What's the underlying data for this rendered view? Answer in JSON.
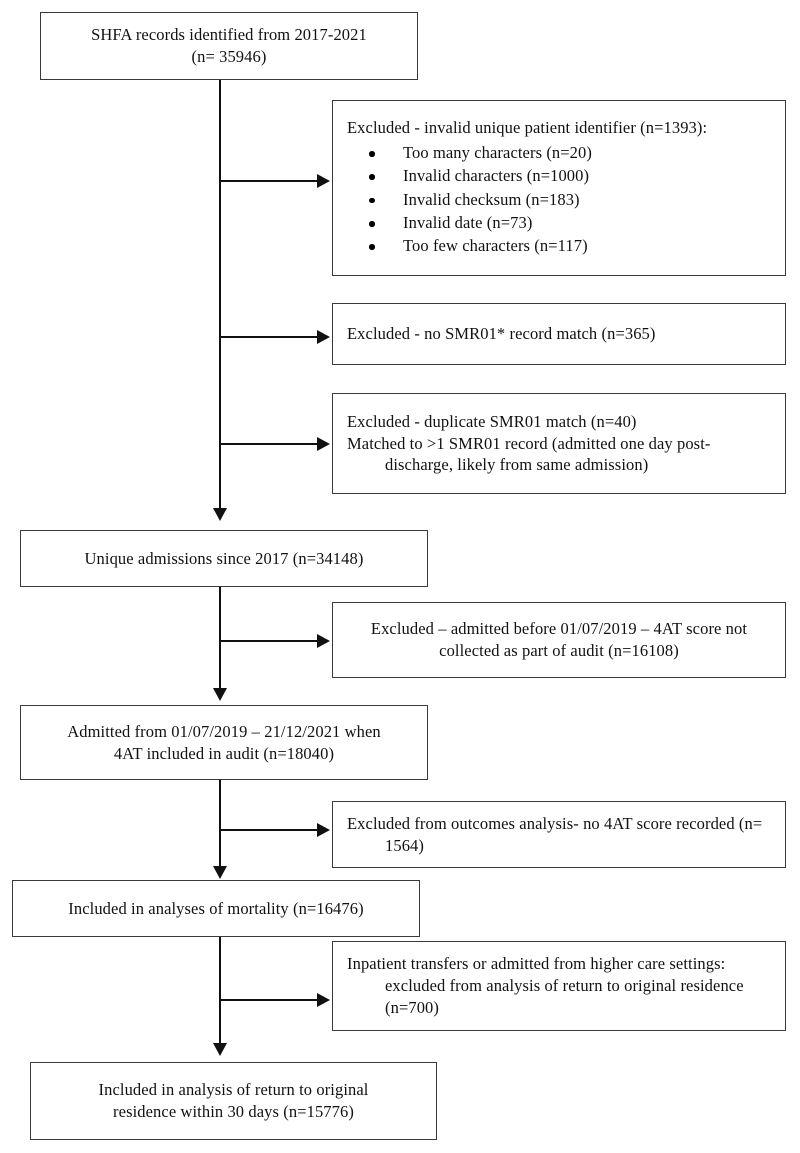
{
  "diagram": {
    "title": "SHFA records study flow diagram",
    "type": "flowchart",
    "accent_color": "#111111",
    "box_border_color": "#3a3a3a",
    "background": "#ffffff"
  },
  "nodes": {
    "source_records": {
      "line1": "SHFA records identified from 2017-2021",
      "line2": "(n= 35946)"
    },
    "excluded_identifier": {
      "heading": "Excluded - invalid unique patient identifier (n=1393):",
      "items": [
        "Too many characters (n=20)",
        "Invalid characters (n=1000)",
        "Invalid checksum (n=183)",
        "Invalid date (n=73)",
        "Too few characters (n=117)"
      ]
    },
    "excluded_no_match": {
      "line1": "Excluded - no SMR01* record match (n=365)"
    },
    "excluded_duplicate": {
      "line1": "Excluded - duplicate SMR01 match (n=40)",
      "line2": "Matched to >1 SMR01 record (admitted one day post-discharge, likely from same admission)"
    },
    "unique_admissions": {
      "line1": "Unique admissions since 2017 (n=34148)"
    },
    "excluded_before_2019": {
      "line1": "Excluded – admitted before 01/07/2019 – 4AT score not collected as part of audit (n=16108)"
    },
    "admitted_window": {
      "line1": "Admitted from 01/07/2019 – 21/12/2021 when",
      "line2": "4AT included in audit (n=18040)"
    },
    "excluded_no_4at": {
      "line1": "Excluded from outcomes analysis- no 4AT score recorded (n= 1564)"
    },
    "included_mortality": {
      "line1": "Included in analyses of mortality (n=16476)"
    },
    "excluded_transfers": {
      "line1": "Inpatient transfers or admitted from higher care settings: excluded from analysis of return to original residence (n=700)"
    },
    "included_return": {
      "line1": "Included in analysis of return to original",
      "line2": "residence within 30 days (n=15776)"
    }
  }
}
